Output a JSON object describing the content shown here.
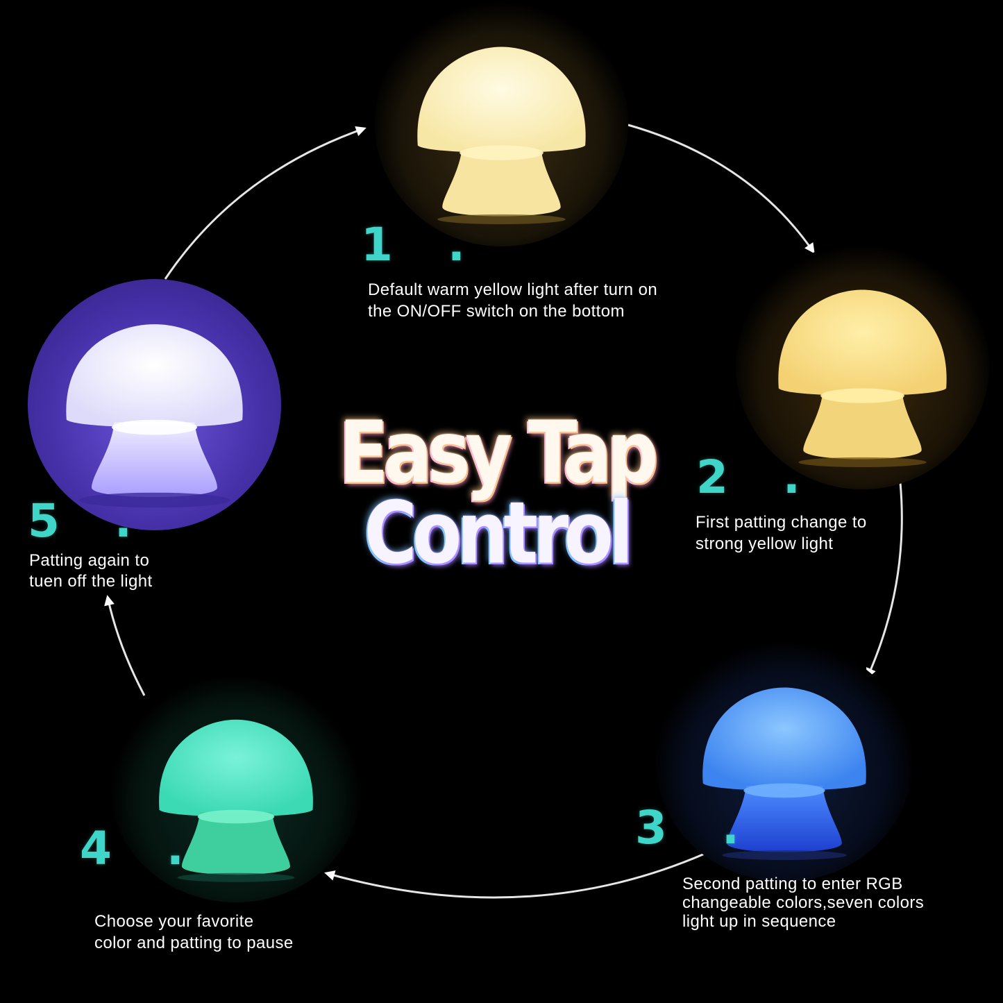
{
  "headline": {
    "line1": "Easy Tap",
    "line2": "Control"
  },
  "steps": [
    {
      "number": "1 .",
      "description": "Default warm yellow light after turn on\nthe ON/OFF switch on the bottom",
      "light_color": "#fff4c2"
    },
    {
      "number": "2 .",
      "description": "First patting change to\n strong yellow light",
      "light_color": "#ffe08a"
    },
    {
      "number": "3 .",
      "description": "Second patting to enter RGB\nchangeable colors,seven colors\nlight up in sequence",
      "light_color": "#4a9dff"
    },
    {
      "number": "4 .",
      "description": "Choose your favorite\ncolor and patting to pause",
      "light_color": "#4fe6c8"
    },
    {
      "number": "5 .",
      "description": "Patting again to\ntuen off the light",
      "light_color": "#e8e6ff"
    }
  ],
  "colors": {
    "background": "#000000",
    "step_number": "#3fd6c9",
    "arrow": "#ffffff"
  },
  "icons": [
    "mushroom-lamp-icon",
    "cycle-arrow-icon"
  ]
}
